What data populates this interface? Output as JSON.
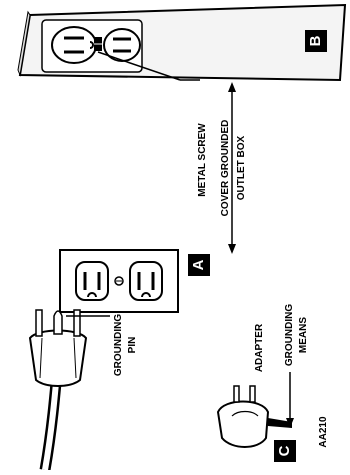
{
  "labels": {
    "grounding_pin": "GROUNDING PIN",
    "metal_screw": "METAL SCREW",
    "cover_grounded_line1": "COVER GROUNDED",
    "cover_grounded_line2": "OUTLET BOX",
    "adapter": "ADAPTER",
    "grounding_means_line1": "GROUNDING",
    "grounding_means_line2": "MEANS",
    "code": "AA210"
  },
  "badges": {
    "a": "A",
    "b": "B",
    "c": "C"
  },
  "colors": {
    "ink": "#000000",
    "paper": "#ffffff",
    "box_fill": "#f4f4f4"
  }
}
